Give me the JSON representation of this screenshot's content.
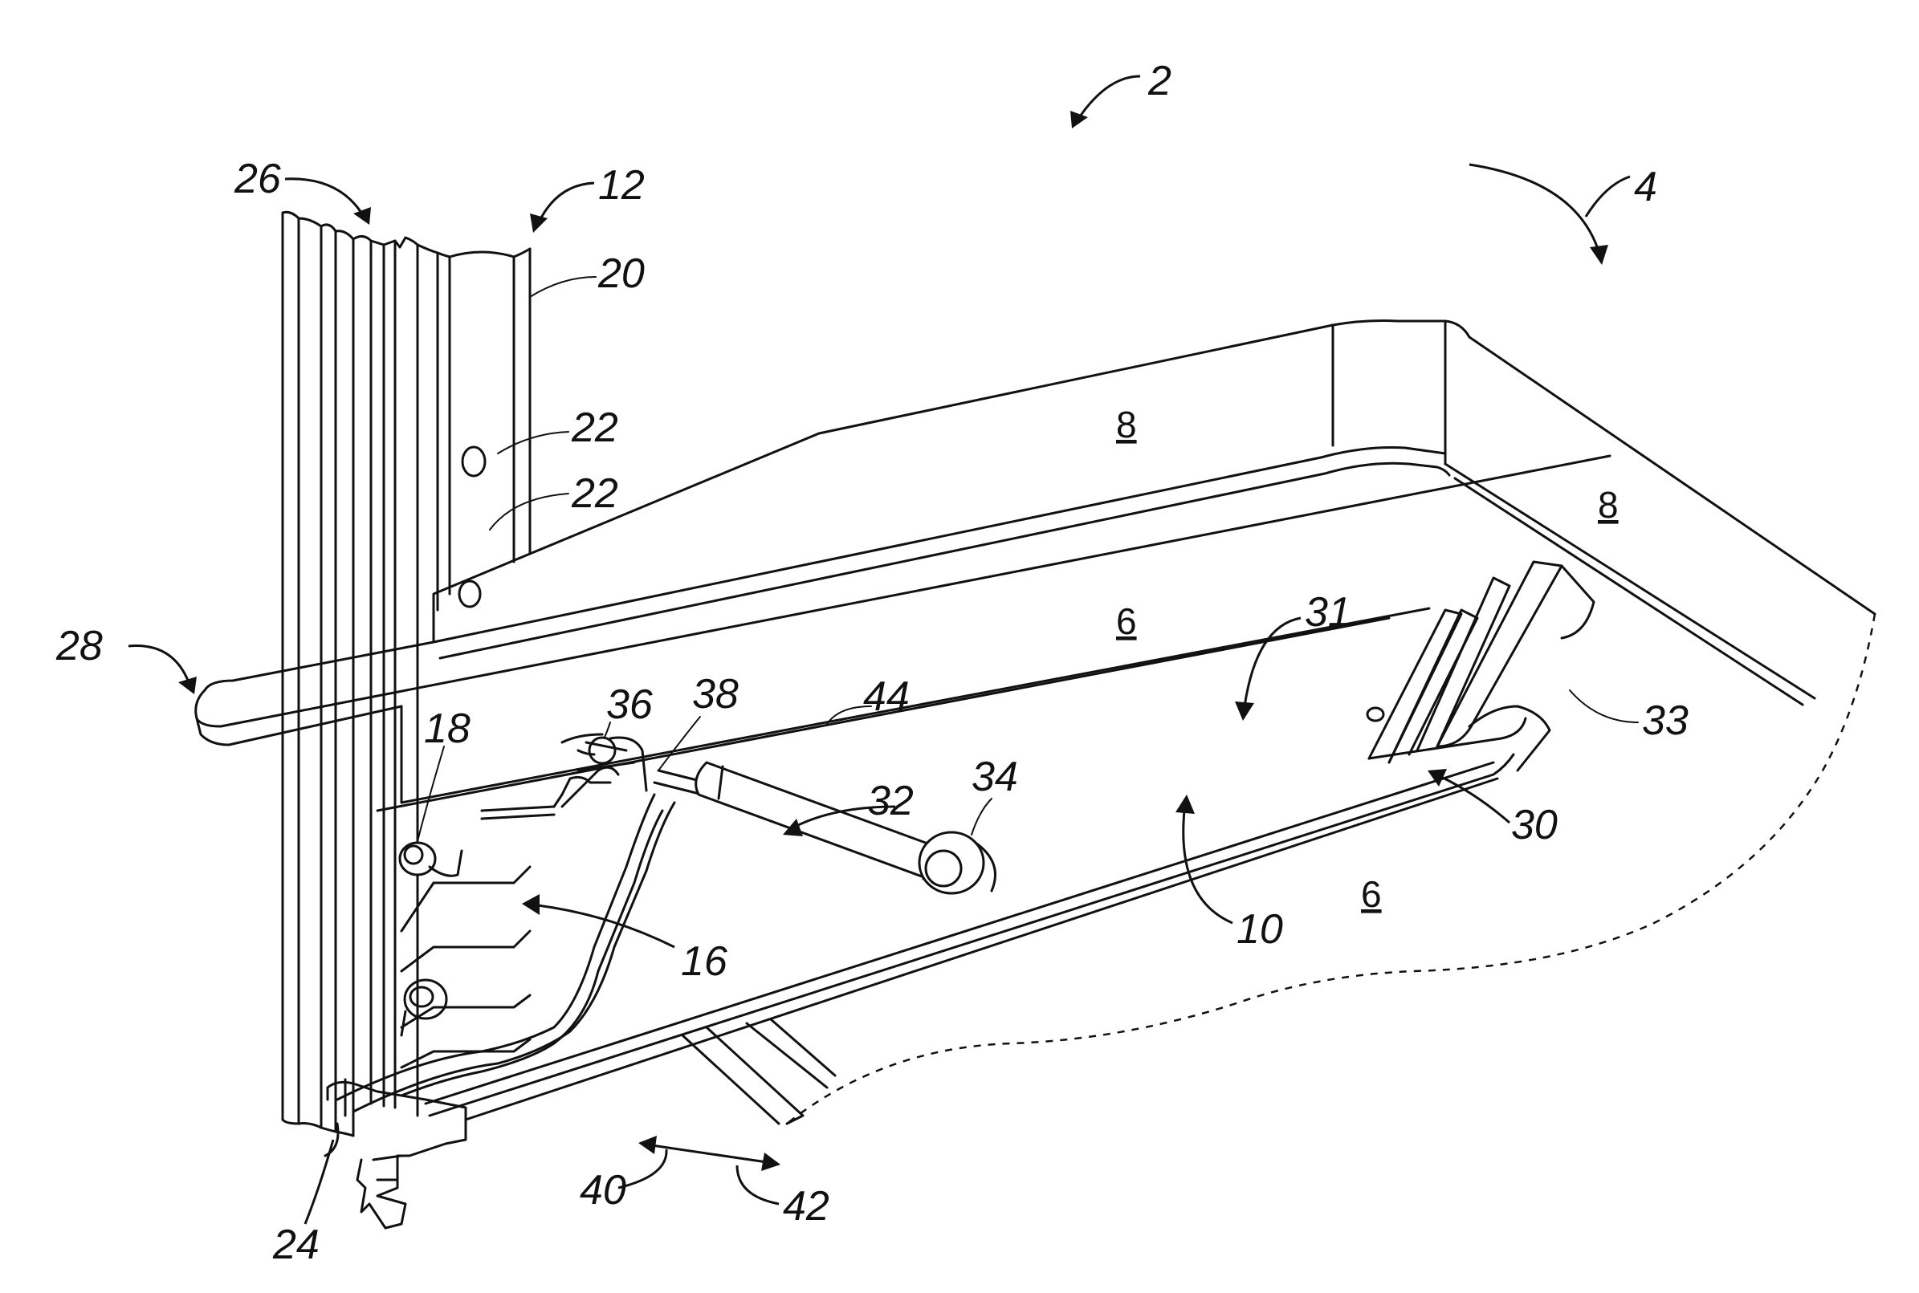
{
  "figure": {
    "labels": {
      "n2": "2",
      "n4": "4",
      "n6a": "6",
      "n6b": "6",
      "n8a": "8",
      "n8b": "8",
      "n10": "10",
      "n12": "12",
      "n16": "16",
      "n18": "18",
      "n20": "20",
      "n22a": "22",
      "n22b": "22",
      "n24": "24",
      "n26": "26",
      "n28": "28",
      "n30": "30",
      "n31": "31",
      "n32": "32",
      "n33": "33",
      "n34": "34",
      "n36": "36",
      "n38": "38",
      "n40": "40",
      "n42": "42",
      "n44": "44"
    },
    "colors": {
      "line": "#111111",
      "background": "#ffffff"
    }
  }
}
